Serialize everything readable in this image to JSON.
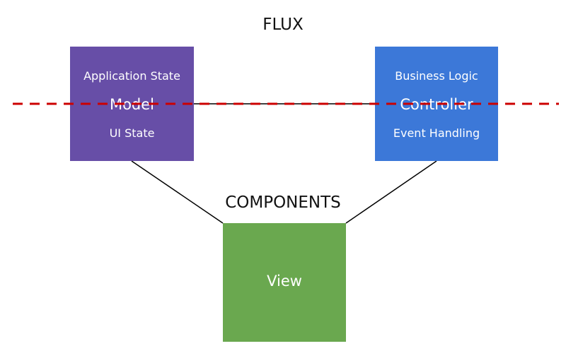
{
  "diagram": {
    "headings": {
      "flux": "FLUX",
      "components": "COMPONENTS"
    },
    "model": {
      "title": "Model",
      "lines": [
        "Application State",
        "UI State"
      ],
      "color": "#674ea7"
    },
    "controller": {
      "title": "Controller",
      "lines": [
        "Business Logic",
        "Event Handling"
      ],
      "color": "#3c78d8"
    },
    "view": {
      "title": "View",
      "color": "#6aa84f"
    },
    "divider": {
      "style": "dashed",
      "color": "#cc0000"
    },
    "connector_color": "#000000"
  }
}
